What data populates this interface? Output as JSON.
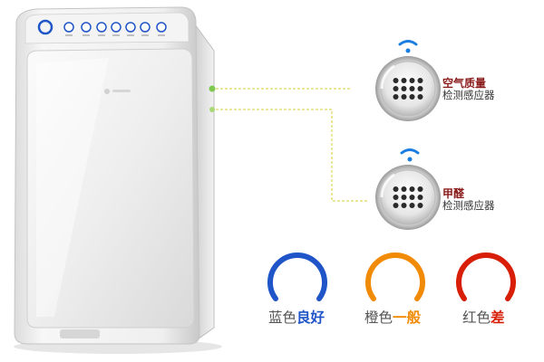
{
  "product": {
    "panel_buttons": [
      "",
      "",
      "",
      "",
      "",
      "",
      "",
      ""
    ]
  },
  "sensors": [
    {
      "title": "空气质量",
      "subtitle": "检测感应器"
    },
    {
      "title": "甲醛",
      "subtitle": "检测感应器"
    }
  ],
  "indicators": [
    {
      "color_name": "蓝色",
      "quality": "良好",
      "color": "#1f55c8"
    },
    {
      "color_name": "橙色",
      "quality": "一般",
      "color": "#f18a05"
    },
    {
      "color_name": "红色",
      "quality": "差",
      "color": "#d81e06"
    }
  ],
  "colors": {
    "wifi": "#1a7de0",
    "connector": "#d4cf3a",
    "accent_title": "#8a1a1a"
  }
}
